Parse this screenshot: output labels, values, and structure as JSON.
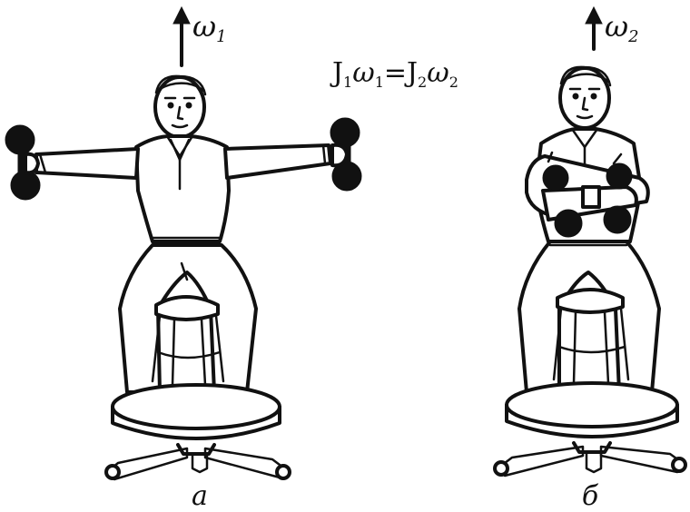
{
  "omega_1": {
    "symbol": "ω",
    "subscript": "1"
  },
  "omega_2": {
    "symbol": "ω",
    "subscript": "2"
  },
  "equation": {
    "j1": "J",
    "j1_sub": "1",
    "w1": "ω",
    "w1_sub": "1",
    "equals": "=",
    "j2": "J",
    "j2_sub": "2",
    "w2": "ω",
    "w2_sub": "2"
  },
  "captions": {
    "left": "а",
    "right": "б"
  }
}
